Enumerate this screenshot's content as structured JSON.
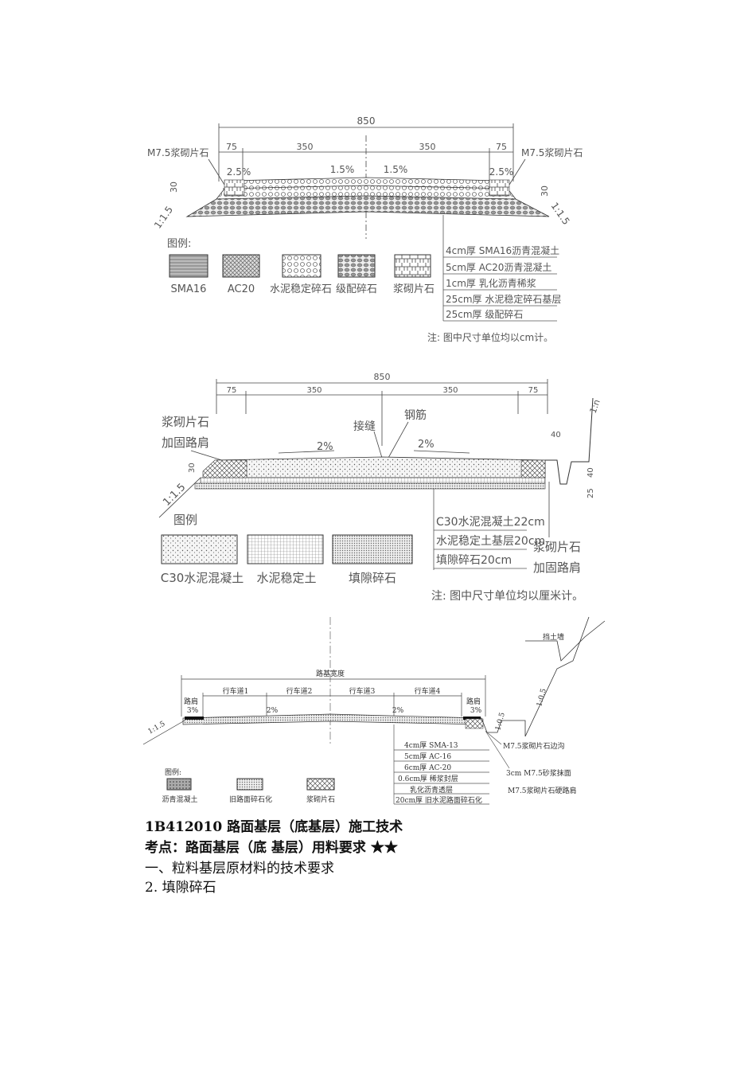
{
  "figure1": {
    "dims": {
      "total": "850",
      "shoulder_left": "75",
      "lane_left": "350",
      "lane_right": "350",
      "shoulder_right": "75",
      "height": "30"
    },
    "slopes": {
      "shoulder_left": "2.5%",
      "lane_left": "1.5%",
      "lane_right": "1.5%",
      "shoulder_right": "2.5%",
      "side_left": "1:1.5",
      "side_right": "1:1.5"
    },
    "edge_labels": {
      "left": "M7.5浆砌片石",
      "right": "M7.5浆砌片石"
    },
    "legend_title": "图例:",
    "legend": [
      "SMA16",
      "AC20",
      "水泥稳定碎石",
      "级配碎石",
      "浆砌片石"
    ],
    "layers": [
      "4cm厚 SMA16沥青混凝土",
      "5cm厚 AC20沥青混凝土",
      "1cm厚 乳化沥青稀浆",
      "25cm厚 水泥稳定碎石基层",
      "25cm厚 级配碎石"
    ],
    "note": "注: 图中尺寸单位均以cm计。"
  },
  "figure2": {
    "dims": {
      "total": "850",
      "shoulder_left": "75",
      "lane_left": "350",
      "lane_right": "350",
      "shoulder_right": "75",
      "h30": "30",
      "ditch_w": "40",
      "ditch_h": "40",
      "ditch_b": "25"
    },
    "slopes": {
      "left": "2%",
      "right": "2%",
      "side_left": "1:1.5",
      "cut": "1:n"
    },
    "labels": {
      "stone": "浆砌片石",
      "shoulder": "加固路肩",
      "joint": "接缝",
      "rebar": "钢筋",
      "stone_right": "浆砌片石",
      "shoulder_right": "加固路肩"
    },
    "legend_title": "图例",
    "legend": [
      "C30水泥混凝土",
      "水泥稳定土",
      "填隙碎石"
    ],
    "layers": [
      "C30水泥混凝土22cm",
      "水泥稳定土基层20cm",
      "填隙碎石20cm"
    ],
    "note": "注: 图中尺寸单位均以厘米计。"
  },
  "figure3": {
    "width_label": "路基宽度",
    "lanes": [
      "行车道1",
      "行车道2",
      "行车道3",
      "行车道4"
    ],
    "shoulder_left": "路肩",
    "shoulder_right": "路肩",
    "slopes": {
      "shoulder_left": "3%",
      "lane_left": "2%",
      "lane_right": "2%",
      "shoulder_right": "3%",
      "side_left": "1:1.5",
      "wall": "1:0.5",
      "ditch": "1:0.5"
    },
    "retaining_wall": "挡土墙",
    "legend_title": "图例:",
    "legend": [
      "沥青混凝土",
      "旧路面碎石化",
      "浆砌片石"
    ],
    "layers": [
      "4cm厚 SMA-13",
      "5cm厚 AC-16",
      "6cm厚 AC-20",
      "0.6cm厚 稀浆封层",
      "乳化沥青透层",
      "20cm厚 旧水泥路面碎石化"
    ],
    "right_labels": [
      "M7.5浆砌片石边沟",
      "3cm M7.5砂浆抹面",
      "M7.5浆砌片石硬路肩"
    ]
  },
  "text": {
    "h1": "1B412010 路面基层（底基层）施工技术",
    "h2": "考点：路面基层（底 基层）用料要求 ★★",
    "h3": "一、粒料基层原材料的技术要求",
    "h4": "2. 填隙碎石"
  }
}
